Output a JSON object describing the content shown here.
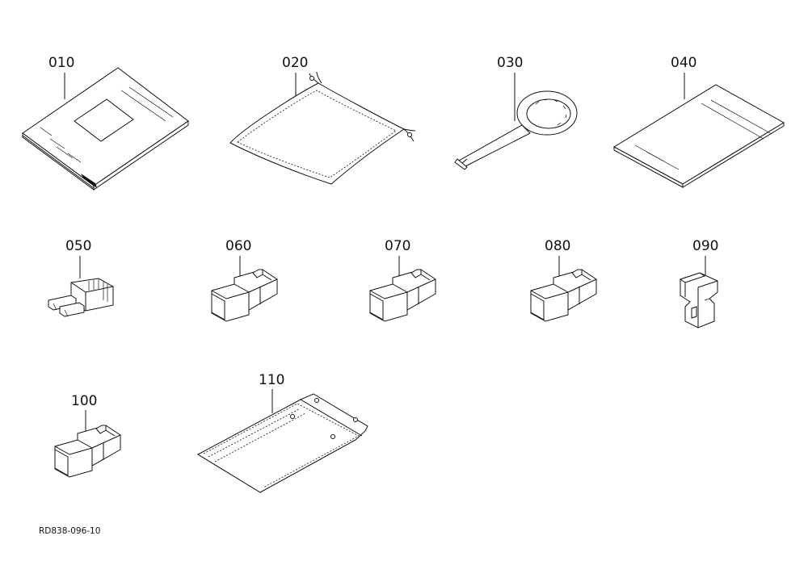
{
  "parts": [
    {
      "id": "p010",
      "label": "010"
    },
    {
      "id": "p020",
      "label": "020"
    },
    {
      "id": "p030",
      "label": "030"
    },
    {
      "id": "p040",
      "label": "040"
    },
    {
      "id": "p050",
      "label": "050"
    },
    {
      "id": "p060",
      "label": "060"
    },
    {
      "id": "p070",
      "label": "070"
    },
    {
      "id": "p080",
      "label": "080"
    },
    {
      "id": "p090",
      "label": "090"
    },
    {
      "id": "p100",
      "label": "100"
    },
    {
      "id": "p110",
      "label": "110"
    }
  ],
  "drawing_code": "RD838-096-10"
}
